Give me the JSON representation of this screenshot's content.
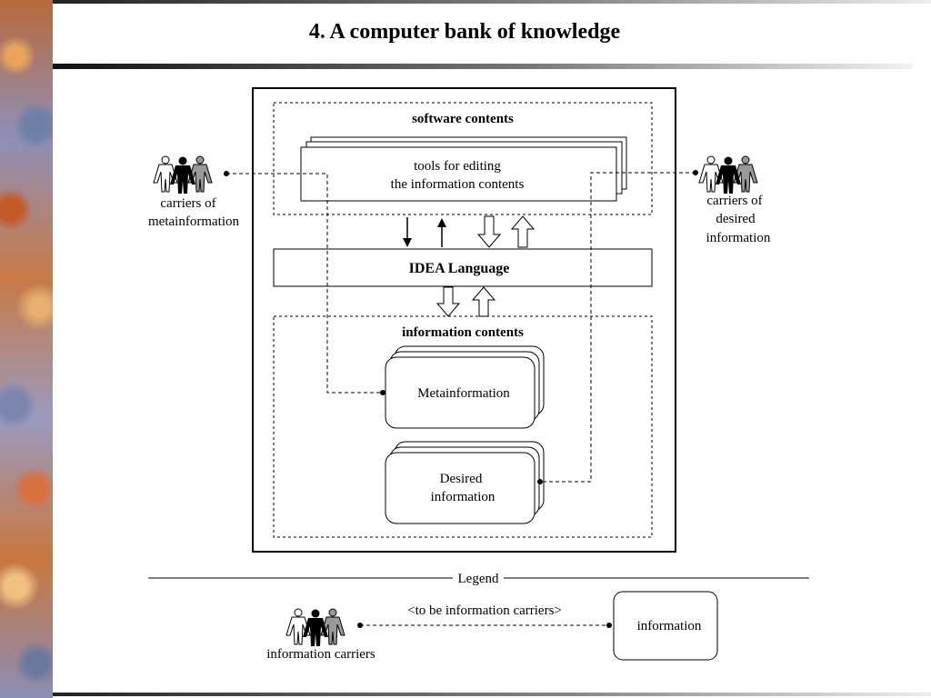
{
  "title": "4. A computer bank of knowledge",
  "software_contents": {
    "heading": "software  contents",
    "tools_line1": "tools  for  editing",
    "tools_line2": "the  information  contents"
  },
  "language": "IDEA  Language",
  "information_contents": {
    "heading": "information contents",
    "meta": "Metainformation",
    "desired_line1": "Desired",
    "desired_line2": "information"
  },
  "left_carriers": {
    "line1": "carriers  of",
    "line2": "metainformation"
  },
  "right_carriers": {
    "line1": "carriers    of",
    "line2": "desired",
    "line3": "information"
  },
  "legend": {
    "label": "Legend",
    "relation": "<to  be  information  carriers>",
    "carriers_label": "information carriers",
    "info_label": "information"
  },
  "icons": [
    "people-group-icon"
  ]
}
